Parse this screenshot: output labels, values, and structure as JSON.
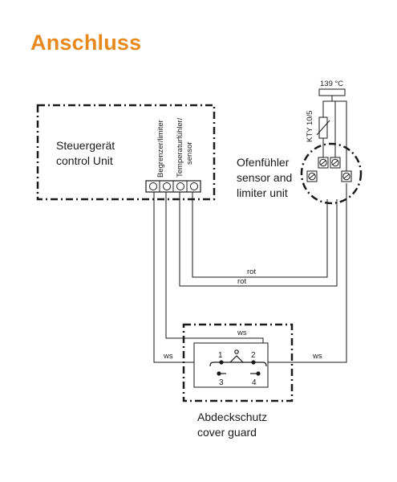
{
  "title": "Anschluss",
  "colors": {
    "title": "#e8891d",
    "line": "#1a1a1a"
  },
  "control_unit": {
    "label_de": "Steuergerät",
    "label_en": "control Unit",
    "terminal_label_1": "Begrenzer/limiter",
    "terminal_label_2": "Temperaturfühler/",
    "terminal_label_3": "sensor"
  },
  "sensor_unit": {
    "label_de": "Ofenfühler",
    "label_en_1": "sensor and",
    "label_en_2": "limiter unit",
    "limiter_temp": "139 °C",
    "sensor_type": "KTY 10/5"
  },
  "cover_guard": {
    "label_de": "Abdeckschutz",
    "label_en": "cover guard",
    "switch_terminals": [
      "1",
      "2",
      "3",
      "4"
    ]
  },
  "wires": {
    "red_1": "rot",
    "red_2": "rot",
    "white_top": "ws",
    "white_left": "ws",
    "white_right": "ws"
  }
}
